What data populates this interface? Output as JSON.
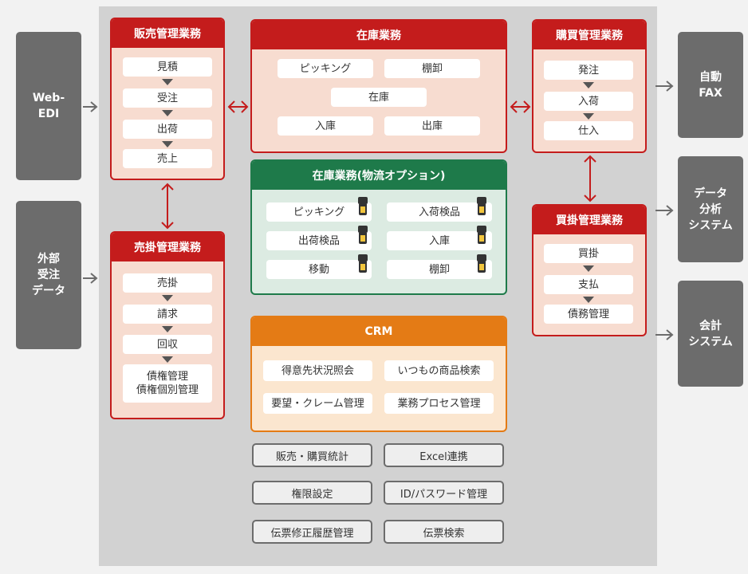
{
  "external": {
    "webedi": "Web-\nEDI",
    "order": "外部\n受注\nデータ",
    "fax": "自動\nFAX",
    "analysis": "データ\n分析\nシステム",
    "accounting": "会計\nシステム"
  },
  "sales": {
    "title": "販売管理業務",
    "steps": [
      "見積",
      "受注",
      "出荷",
      "売上"
    ]
  },
  "receivable": {
    "title": "売掛管理業務",
    "steps": [
      "売掛",
      "請求",
      "回収",
      "債権管理\n債権個別管理"
    ]
  },
  "inventory": {
    "title": "在庫業務",
    "items": [
      "ピッキング",
      "棚卸",
      "在庫",
      "入庫",
      "出庫"
    ]
  },
  "logistics": {
    "title": "在庫業務(物流オプション)",
    "items": [
      "ピッキング",
      "入荷検品",
      "出荷検品",
      "入庫",
      "移動",
      "棚卸"
    ]
  },
  "crm": {
    "title": "CRM",
    "items": [
      "得意先状況照会",
      "いつもの商品検索",
      "要望・クレーム管理",
      "業務プロセス管理"
    ]
  },
  "purchase": {
    "title": "購買管理業務",
    "steps": [
      "発注",
      "入荷",
      "仕入"
    ]
  },
  "payable": {
    "title": "買掛管理業務",
    "steps": [
      "買掛",
      "支払",
      "債務管理"
    ]
  },
  "tools": [
    "販売・購買統計",
    "Excel連携",
    "権限設定",
    "ID/パスワード管理",
    "伝票修正履歴管理",
    "伝票検索"
  ],
  "colors": {
    "red": "#c41c1c",
    "green": "#1e7a4a",
    "orange": "#e47b15",
    "gray": "#6c6c6c"
  }
}
